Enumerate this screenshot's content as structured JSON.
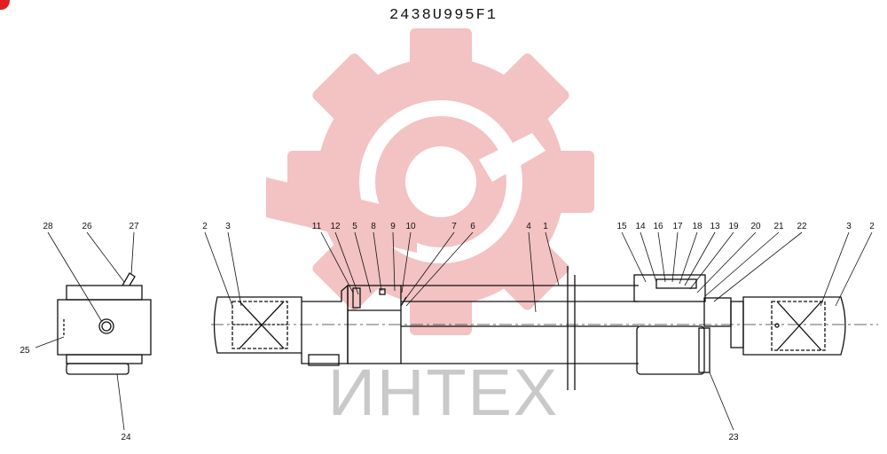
{
  "drawing": {
    "part_number": "2438U995F1",
    "watermark_text": "ИНТЕХ",
    "watermark_color": "#f2b8b8",
    "badge_color": "#e02020"
  },
  "callouts": {
    "c1": "1",
    "c2": "2",
    "c3": "3",
    "c4": "4",
    "c5": "5",
    "c6": "6",
    "c7": "7",
    "c8": "8",
    "c9": "9",
    "c10": "10",
    "c11": "11",
    "c12": "12",
    "c13": "13",
    "c14": "14",
    "c15": "15",
    "c16": "16",
    "c17": "17",
    "c18": "18",
    "c19": "19",
    "c20": "20",
    "c21": "21",
    "c22": "22",
    "c23": "23",
    "c24": "24",
    "c25": "25",
    "c26": "26",
    "c27": "27",
    "c28": "28"
  }
}
